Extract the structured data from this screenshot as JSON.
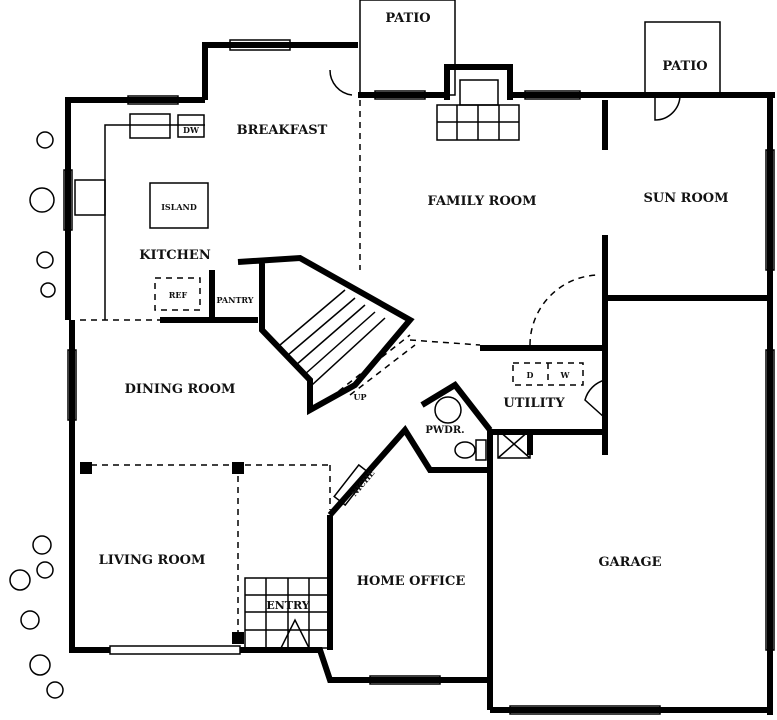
{
  "plan": {
    "rooms": {
      "patio_left": "PATIO",
      "patio_right": "PATIO",
      "breakfast": "BREAKFAST",
      "kitchen": "KITCHEN",
      "family_room": "FAMILY ROOM",
      "sun_room": "SUN ROOM",
      "dining_room": "DINING ROOM",
      "utility": "UTILITY",
      "powder": "PWDR.",
      "living_room": "LIVING ROOM",
      "entry": "ENTRY",
      "home_office": "HOME OFFICE",
      "garage": "GARAGE"
    },
    "fixtures": {
      "dishwasher": "DW",
      "island": "ISLAND",
      "refrigerator": "REF",
      "pantry": "PANTRY",
      "dryer": "D",
      "washer": "W",
      "stairs_up": "UP",
      "niche": "NICHE"
    }
  }
}
